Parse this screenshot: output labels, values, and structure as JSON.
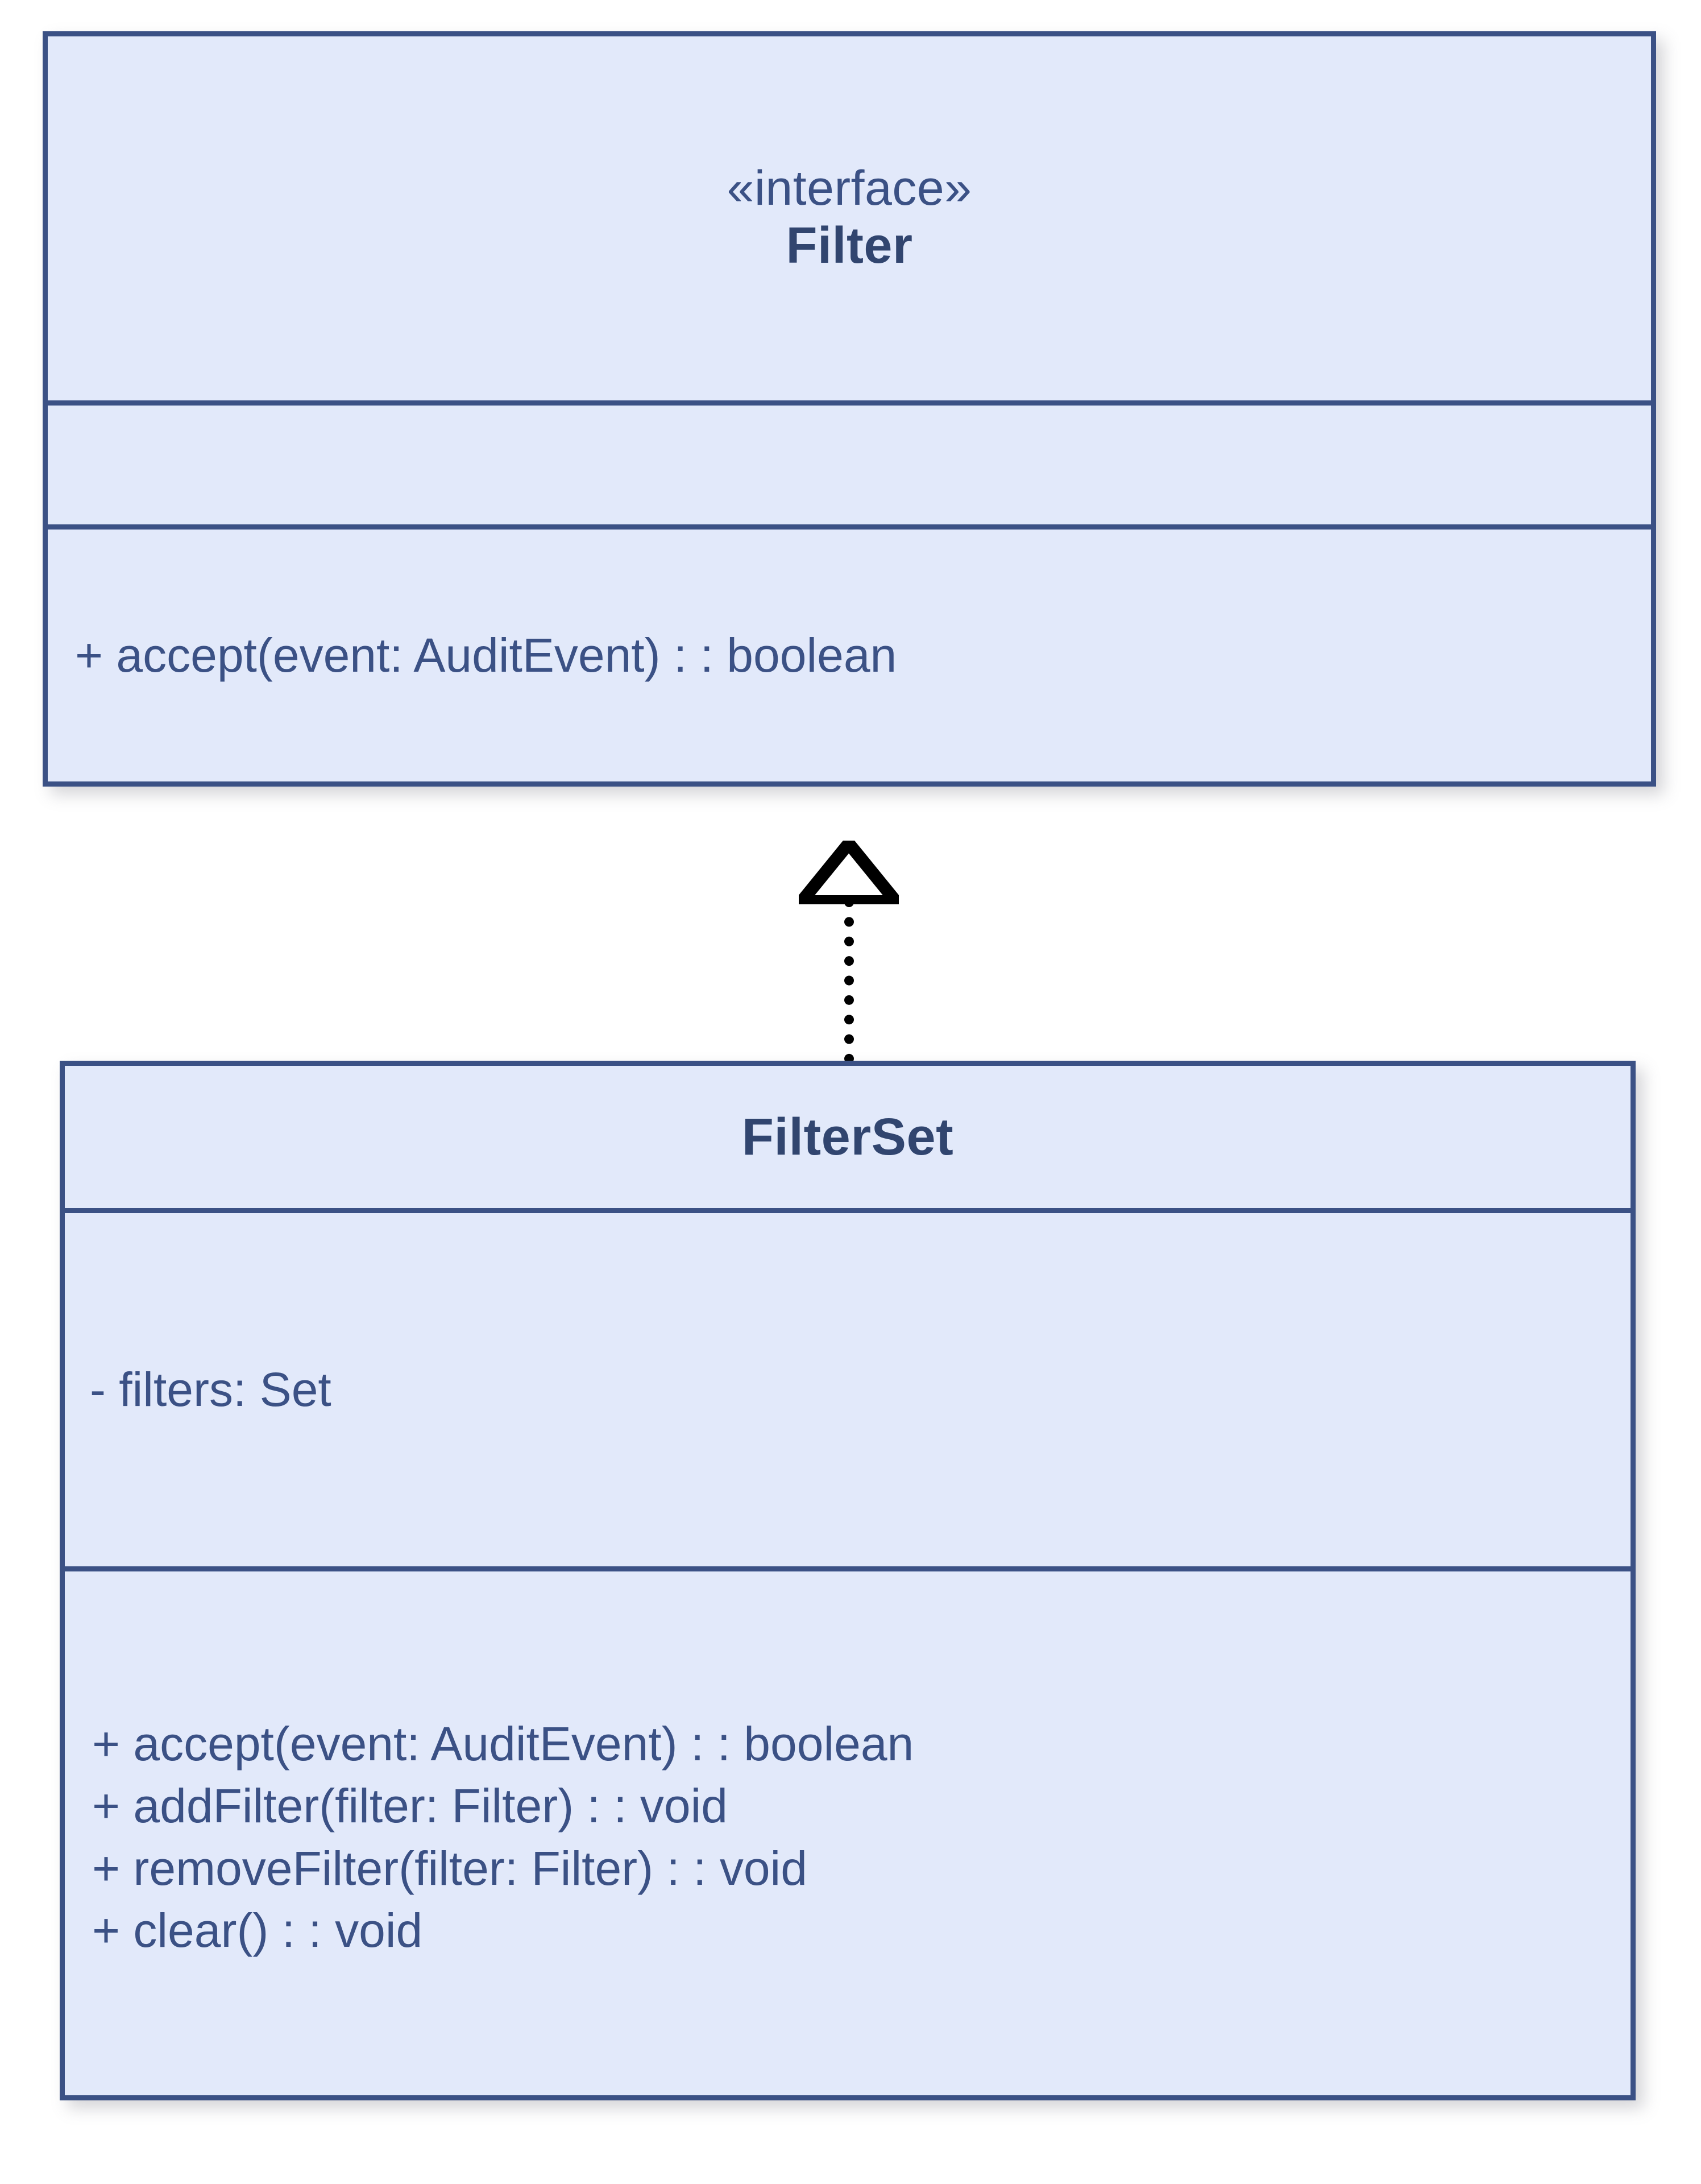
{
  "diagram": {
    "type": "uml-class-diagram",
    "background_color": "#ffffff",
    "box_fill_color": "#e2e9fa",
    "box_border_color": "#3b5185",
    "text_color": "#3b5185",
    "title_color": "#31456f",
    "connector_color": "#000000"
  },
  "classes": [
    {
      "id": "filter",
      "stereotype": "«interface»",
      "name": "Filter",
      "attributes": [],
      "methods": [
        "+ accept(event: AuditEvent) : : boolean"
      ]
    },
    {
      "id": "filterset",
      "stereotype": "",
      "name": "FilterSet",
      "attributes": [
        "- filters: Set"
      ],
      "methods": [
        "+ accept(event: AuditEvent) : : boolean",
        "+ addFilter(filter: Filter) : : void",
        "+ removeFilter(filter: Filter) : : void",
        "+ clear() : : void"
      ]
    }
  ],
  "relationships": [
    {
      "id": "realization",
      "kind": "realization",
      "from": "FilterSet",
      "to": "Filter",
      "line_style": "dotted",
      "arrow_head": "hollow-triangle"
    }
  ]
}
